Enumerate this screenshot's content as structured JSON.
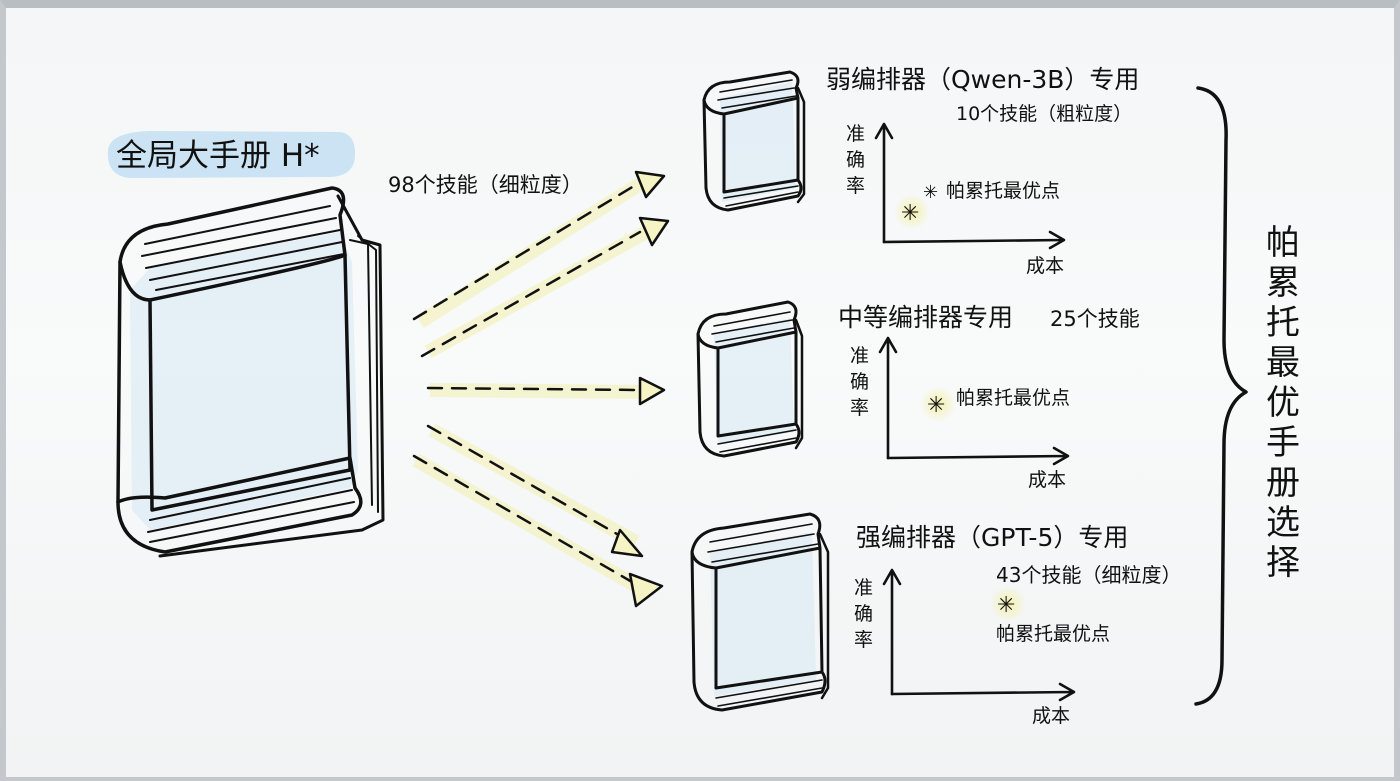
{
  "global_handbook": {
    "title": "全局大手册 H*",
    "skills_label": "98个技能（细粒度）"
  },
  "handbooks": [
    {
      "title": "弱编排器（Qwen-3B）专用",
      "skills": "10个技能（粗粒度）",
      "y_axis": [
        "准",
        "确",
        "率"
      ],
      "x_axis": "成本",
      "pareto_label": "帕累托最优点",
      "star": "✳"
    },
    {
      "title": "中等编排器专用",
      "skills": "25个技能",
      "y_axis": [
        "准",
        "确",
        "率"
      ],
      "x_axis": "成本",
      "pareto_label": "帕累托最优点",
      "star": "✳"
    },
    {
      "title": "强编排器（GPT-5）专用",
      "skills": "43个技能（细粒度）",
      "y_axis": [
        "准",
        "确",
        "率"
      ],
      "x_axis": "成本",
      "pareto_label": "帕累托最优点",
      "star": "✳"
    }
  ],
  "brace_label": [
    "帕",
    "累",
    "托",
    "最",
    "优",
    "手",
    "册",
    "选",
    "择"
  ],
  "colors": {
    "ink": "#111111",
    "highlight_blue": "#bcdcf2",
    "highlight_yellow": "#f3f0b4",
    "arrow_fill": "#f6f3c4"
  }
}
